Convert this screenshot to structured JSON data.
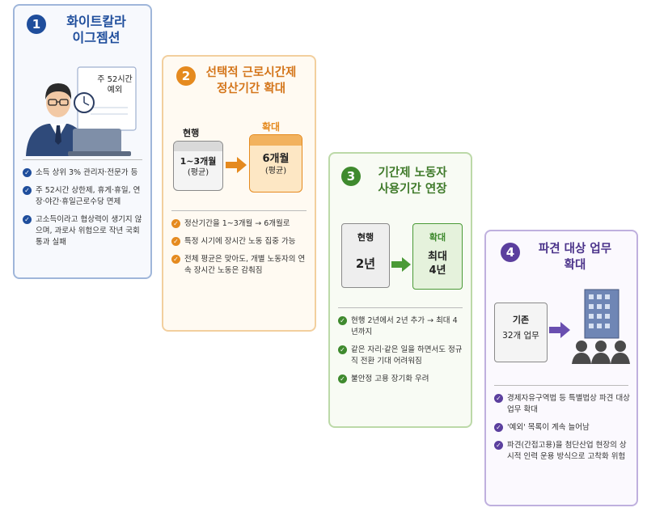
{
  "cards": [
    {
      "number": "1",
      "title_line1": "화이트칼라",
      "title_line2": "이그젬션",
      "illustration": {
        "doc_line1": "주 52시간",
        "doc_line2": "예외"
      },
      "items": [
        "소득 상위 3% 관리자·전문가 등",
        "주 52시간 상한제, 휴게·휴일, 연장·야간·휴일근로수당 면제",
        "고소득이라고 협상력이 생기지 않으며, 과로사 위험으로 작년 국회 통과 실패"
      ]
    },
    {
      "number": "2",
      "title_line1": "선택적 근로시간제",
      "title_line2": "정산기간 확대",
      "current_label": "현행",
      "current_value": "1~3개월",
      "current_note": "(평균)",
      "expand_label": "확대",
      "expand_value": "6개월",
      "expand_note": "(평균)",
      "items": [
        "정산기간을 1~3개월 → 6개월로",
        "특정 시기에 장시간 노동 집중 가능",
        "전체 평균은 맞아도, 개별 노동자의 연속 장시간 노동은 감춰짐"
      ]
    },
    {
      "number": "3",
      "title_line1": "기간제 노동자",
      "title_line2": "사용기간 연장",
      "current_label": "현행",
      "current_value": "2년",
      "expand_label": "확대",
      "expand_value_line1": "최대",
      "expand_value_line2": "4년",
      "items": [
        "현행 2년에서 2년 추가 → 최대 4년까지",
        "같은 자리·같은 일을 하면서도 정규직 전환 기대 어려워짐",
        "불안정 고용 장기화 우려"
      ]
    },
    {
      "number": "4",
      "title_line1": "파견 대상 업무",
      "title_line2": "확대",
      "doc_line1": "기존",
      "doc_line2": "32개 업무",
      "items": [
        "경제자유구역법 등 특별법상 파견 대상 업무 확대",
        "'예외' 목록이 계속 늘어남",
        "파견(간접고용)을 첨단산업 현장의 상시적 인력 운용 방식으로 고착화 위험"
      ]
    }
  ],
  "colors": {
    "card1_accent": "#1f4e9c",
    "card2_accent": "#e58a1f",
    "card3_accent": "#3f8a2e",
    "card4_accent": "#5b3f9e"
  }
}
